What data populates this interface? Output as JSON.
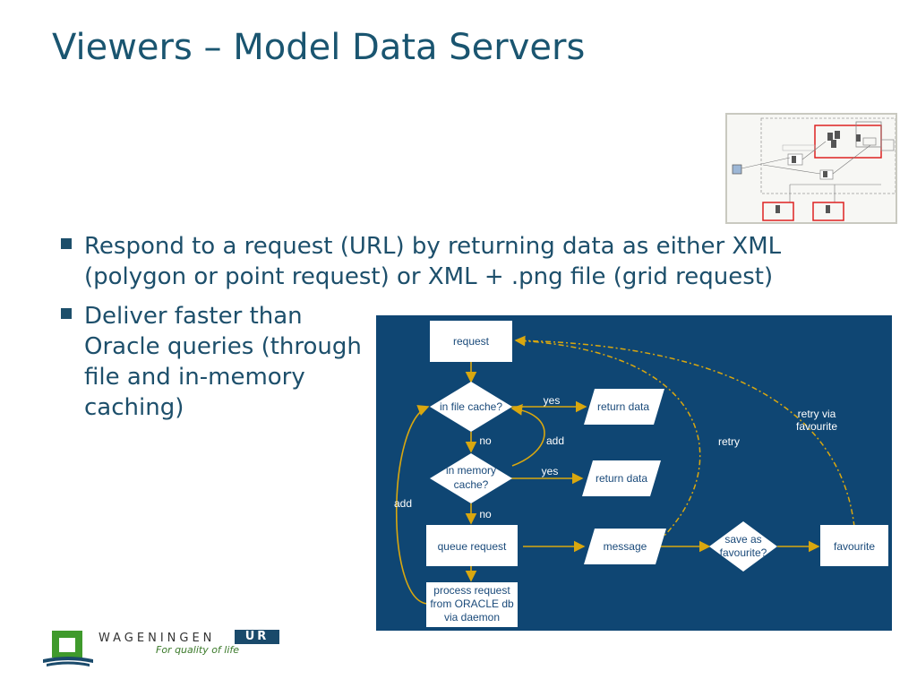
{
  "slide": {
    "title": "Viewers – Model Data Servers",
    "bullets": [
      "Respond to a request (URL) by returning data as either XML (polygon or point request) or XML + .png file (grid request)",
      "Deliver faster than Oracle queries (through file and in-memory caching)"
    ]
  },
  "flowchart": {
    "background": "#0f4673",
    "edge_color": "#d9a70f",
    "nodes": {
      "request": "request",
      "in_file_cache": "in file cache?",
      "in_memory_cache": [
        "in memory",
        "cache?"
      ],
      "return_data_1": "return data",
      "return_data_2": "return data",
      "queue_request": "queue request",
      "message": "message",
      "process_request": [
        "process request",
        "from ORACLE db",
        "via daemon"
      ],
      "save_as_favourite": [
        "save as",
        "favourite?"
      ],
      "favourite": "favourite"
    },
    "edge_labels": {
      "yes_1": "yes",
      "yes_2": "yes",
      "no_1": "no",
      "no_2": "no",
      "add_inner": "add",
      "add_outer": "add",
      "retry": "retry",
      "retry_via_favourite": [
        "retry via",
        "favourite"
      ]
    }
  },
  "logo": {
    "brand": "WAGENINGEN",
    "suffix": "UR",
    "tagline": "For quality of life",
    "colors": {
      "green": "#3f9a2c",
      "navy": "#1a4a6b"
    }
  }
}
